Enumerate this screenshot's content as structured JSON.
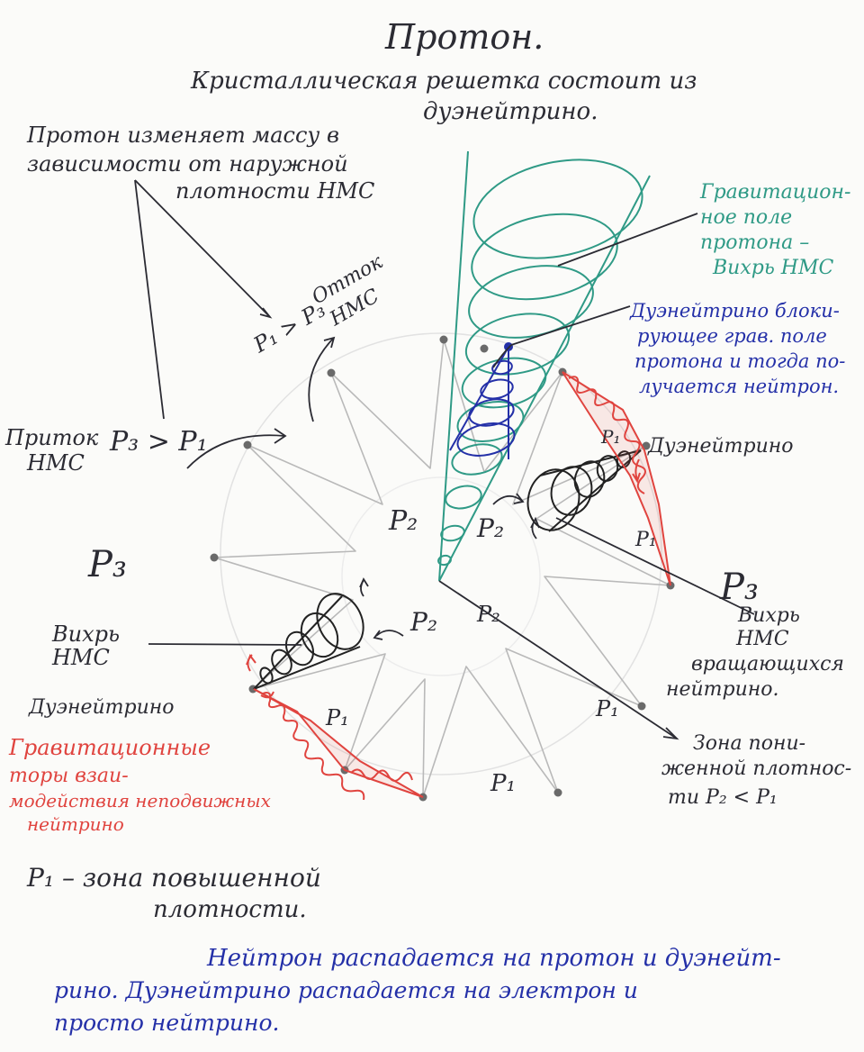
{
  "title": "Протон.",
  "subtitle": [
    "Кристаллическая решетка состоит из",
    "дуэнейтрино."
  ],
  "mass_note": [
    "Протон изменяет массу в",
    "зависимости от наружной",
    "плотности НМС"
  ],
  "outflow": [
    "Отток",
    "НМС"
  ],
  "outflow_relation": "P₁ > P₃",
  "inflow": [
    "Приток",
    "НМС"
  ],
  "inflow_relation": "P₃ > P₁",
  "gravity_field": [
    "Гравитацион-",
    "ное поле",
    "протона –",
    "Вихрь НМС"
  ],
  "blocking_note": [
    "Дуэнейтрино блоки-",
    "рующее грав. поле",
    "протона и тогда по-",
    "лучается нейтрон."
  ],
  "duoneutrino_right": "Дуэнейтрино",
  "duoneutrino_left": "Дуэнейтрино",
  "vortex_left": [
    "Вихрь",
    "НМС"
  ],
  "vortex_right": [
    "Вихрь",
    "НМС",
    "вращающихся",
    "нейтрино."
  ],
  "low_density_zone": [
    "Зона пони-",
    "женной плотнос-",
    "ти  P₂ < P₁"
  ],
  "gravity_tori": [
    "Гравитационные",
    "торы взаи-",
    "модействия неподвижных",
    "нейтрино"
  ],
  "high_density_zone": [
    "P₁ – зона повышенной",
    "плотности."
  ],
  "decay_note": [
    "Нейтрон распадается на протон и дуэнейт-",
    "рино. Дуэнейтрино распадается на электрон и",
    "просто нейтрино."
  ],
  "zone_labels": {
    "p3_left": "P₃",
    "p3_right": "P₃",
    "p2_center": "P₂",
    "p2_right": "P₂",
    "p2_left": "P₂",
    "p2_lower": "P₂",
    "p1_right_top": "P₁",
    "p1_right_mid": "P₁",
    "p1_lower_left": "P₁",
    "p1_lower_right": "P₁",
    "p1_lower": "P₁"
  },
  "colors": {
    "ink": "#2b2b33",
    "blue": "#2430a8",
    "teal": "#2f9a86",
    "red": "#e0443f",
    "star": "#b9b9b9",
    "node": "#6a6a6a"
  }
}
